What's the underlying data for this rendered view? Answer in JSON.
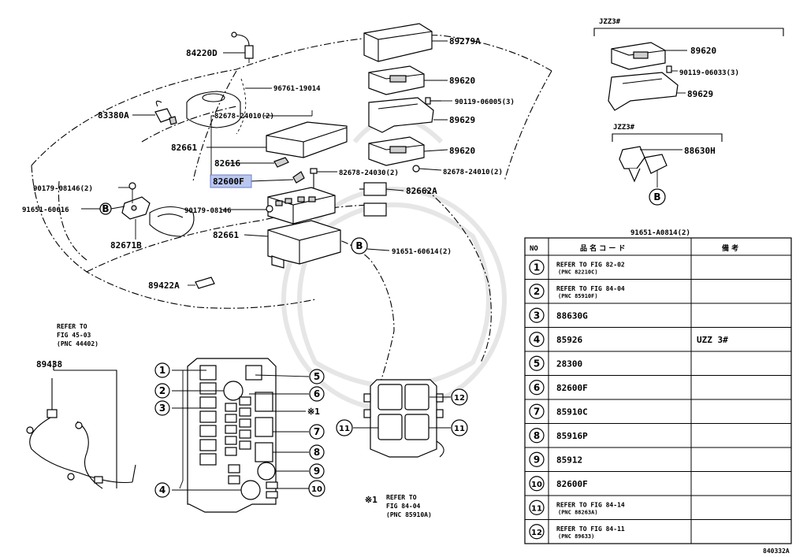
{
  "labels": {
    "p84220D": "84220D",
    "p96761": "96761-19014",
    "p83380A": "83380A",
    "p82678a": "82678-24010(2)",
    "p82661a": "82661",
    "p82616": "82616",
    "p82600F": "82600F",
    "p82678b": "82678-24030(2)",
    "p82678c": "82678-24010(2)",
    "p90179a": "90179-08146(2)",
    "p91651a": "91651-60616",
    "p90179b": "90179-08146",
    "p82671B": "82671B",
    "p82661b": "82661",
    "p91651b": "91651-60614(2)",
    "p89422A": "89422A",
    "p89279A": "89279A",
    "p89620a": "89620",
    "p90119a": "90119-06005(3)",
    "p89629a": "89629",
    "p89620b": "89620",
    "p82662A": "82662A",
    "jzz3a": "JZZ3#",
    "p89620c": "89620",
    "p90119b": "90119-06033(3)",
    "p89629b": "89629",
    "jzz3b": "JZZ3#",
    "p88630H": "88630H",
    "p91651c": "91651-A0814(2)",
    "refer1": "REFER TO",
    "refer2": "FIG 45-03",
    "refer3": "(PNC 44402)",
    "p89438": "89438",
    "note_mark": "※1",
    "note_ref1": "REFER TO",
    "note_ref2": "FIG 84-04",
    "note_ref3": "(PNC 85910A)",
    "bolt_b": "B",
    "fig_no": "840332A"
  },
  "callouts": {
    "c1": "1",
    "c2": "2",
    "c3": "3",
    "c4": "4",
    "c5": "5",
    "c6": "6",
    "c7": "7",
    "c8": "8",
    "c9": "9",
    "c10": "10",
    "c11": "11",
    "c12": "12",
    "star1": "※1"
  },
  "table": {
    "headers": {
      "no": "NO",
      "code": "品 名 コ ー ド",
      "remark": "備 考"
    },
    "rows": [
      {
        "no": "1",
        "code_l1": "REFER TO FIG 82-02",
        "code_l2": "(PNC 82210C)",
        "remark": ""
      },
      {
        "no": "2",
        "code_l1": "REFER TO FIG 84-04",
        "code_l2": "(PNC 85910F)",
        "remark": ""
      },
      {
        "no": "3",
        "code": "88630G",
        "remark": ""
      },
      {
        "no": "4",
        "code": "85926",
        "remark": "UZZ 3#"
      },
      {
        "no": "5",
        "code": "28300",
        "remark": ""
      },
      {
        "no": "6",
        "code": "82600F",
        "remark": ""
      },
      {
        "no": "7",
        "code": "85910C",
        "remark": ""
      },
      {
        "no": "8",
        "code": "85916P",
        "remark": ""
      },
      {
        "no": "9",
        "code": "85912",
        "remark": ""
      },
      {
        "no": "10",
        "code": "82600F",
        "remark": ""
      },
      {
        "no": "11",
        "code_l1": "REFER TO FIG 84-14",
        "code_l2": "(PNC 88263A)",
        "remark": ""
      },
      {
        "no": "12",
        "code_l1": "REFER TO FIG 84-11",
        "code_l2": "(PNC 89633)",
        "remark": ""
      }
    ]
  }
}
